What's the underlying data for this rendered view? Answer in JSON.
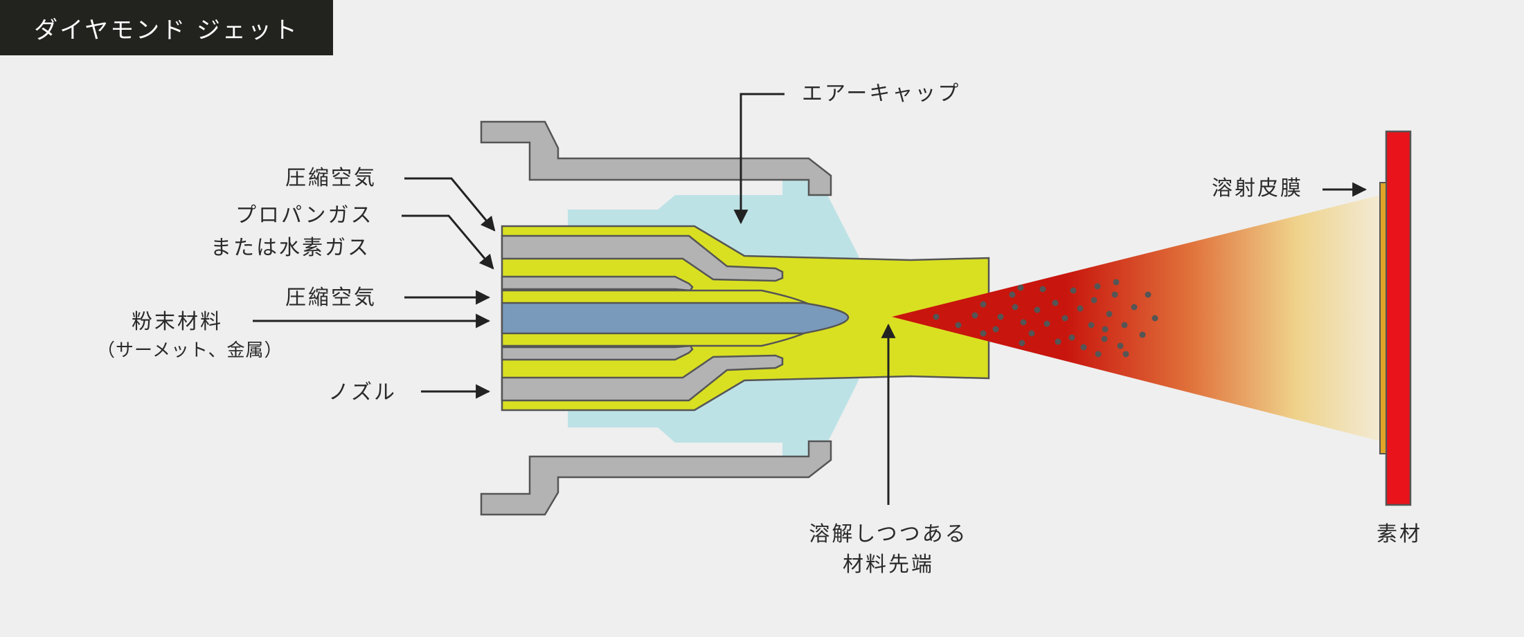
{
  "title": "ダイヤモンド ジェット",
  "labels": {
    "compressed_air_top": "圧縮空気",
    "propane_gas": "プロパンガス",
    "or_hydrogen_gas": "または水素ガス",
    "compressed_air_mid": "圧縮空気",
    "powder_material": "粉末材料",
    "powder_material_note": "（サーメット、金属）",
    "nozzle": "ノズル",
    "air_cap": "エアーキャップ",
    "melting_tip_line1": "溶解しつつある",
    "melting_tip_line2": "材料先端",
    "sprayed_coating": "溶射皮膜",
    "substrate": "素材"
  },
  "colors": {
    "yellow": "#d9e021",
    "gray": "#b3b3b3",
    "light_blue": "#bde2e6",
    "steel_blue": "#7a9abb",
    "flame_red": "#c8150d",
    "substrate_red": "#e8131b",
    "coating_gold": "#e0a526",
    "outline": "#555555"
  }
}
